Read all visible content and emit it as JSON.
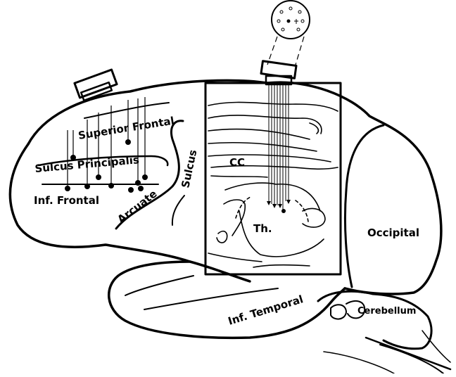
{
  "labels": {
    "superior_frontal": "Superior Frontal",
    "sulcus_principalis": "Sulcus Principalis",
    "inf_frontal": "Inf. Frontal",
    "arcuate_sulcus_1": "Arcuate",
    "arcuate_sulcus_2": "Sulcus",
    "cc": "CC",
    "th": "Th.",
    "occipital": "Occipital",
    "inf_temporal": "Inf. Temporal",
    "cerebellum": "Cerebellum"
  },
  "colors": {
    "ink": "#000000",
    "paper": "#ffffff"
  },
  "icons": [
    "electrode-array-connector",
    "recording-chamber",
    "connector-face-pins"
  ]
}
